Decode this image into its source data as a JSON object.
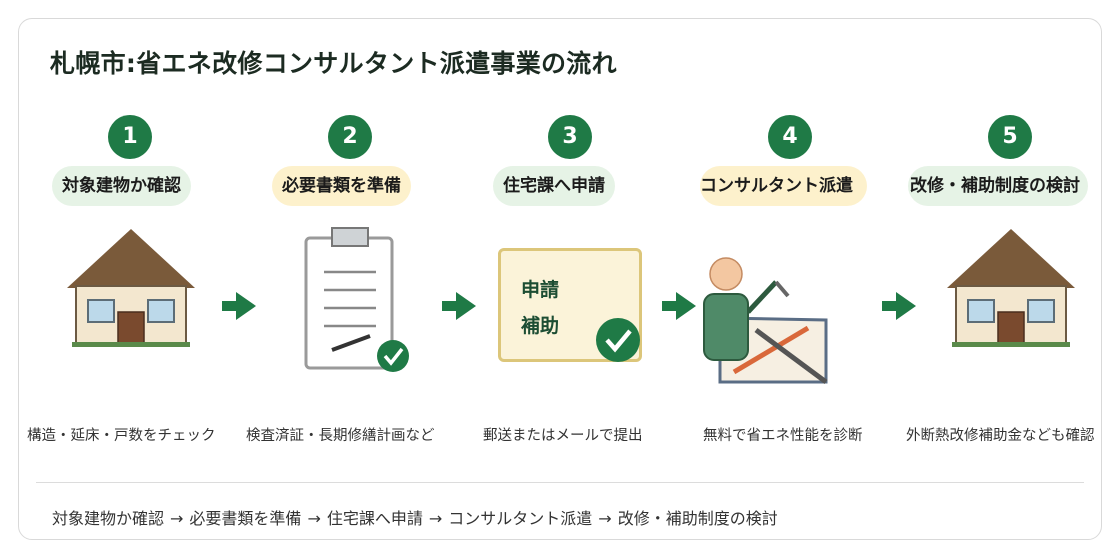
{
  "title": "札幌市:省エネ改修コンサルタント派遣事業の流れ",
  "steps": [
    {
      "number": "1",
      "label": "対象建物か確認",
      "description": "構造・延床・戸数をチェック",
      "pill_color": "#e6f3e6"
    },
    {
      "number": "2",
      "label": "必要書類を準備",
      "description": "検査済証・長期修繕計画など",
      "pill_color": "#fdf1cc"
    },
    {
      "number": "3",
      "label": "住宅課へ申請",
      "description": "郵送またはメールで提出",
      "pill_color": "#e6f3e6"
    },
    {
      "number": "4",
      "label": "コンサルタント派遣",
      "description": "無料で省エネ性能を診断",
      "pill_color": "#fdf1cc"
    },
    {
      "number": "5",
      "label": "改修・補助制度の検討",
      "description": "外断熱改修補助金なども確認",
      "pill_color": "#e6f3e6"
    }
  ],
  "application_card": {
    "line1": "申請",
    "line2": "補助"
  },
  "summary": {
    "items": [
      "対象建物か確認",
      "必要書類を準備",
      "住宅課へ申請",
      "コンサルタント派遣",
      "改修・補助制度の検討"
    ],
    "separator": "→"
  },
  "colors": {
    "accent_green": "#1f7a46",
    "pill_green": "#e6f3e6",
    "pill_yellow": "#fdf1cc",
    "roof_brown": "#7a5a3a"
  },
  "icons": [
    "house-icon",
    "arrow-right-icon",
    "clipboard-icon",
    "check-icon",
    "application-card-icon",
    "consultant-icon",
    "house-icon"
  ]
}
